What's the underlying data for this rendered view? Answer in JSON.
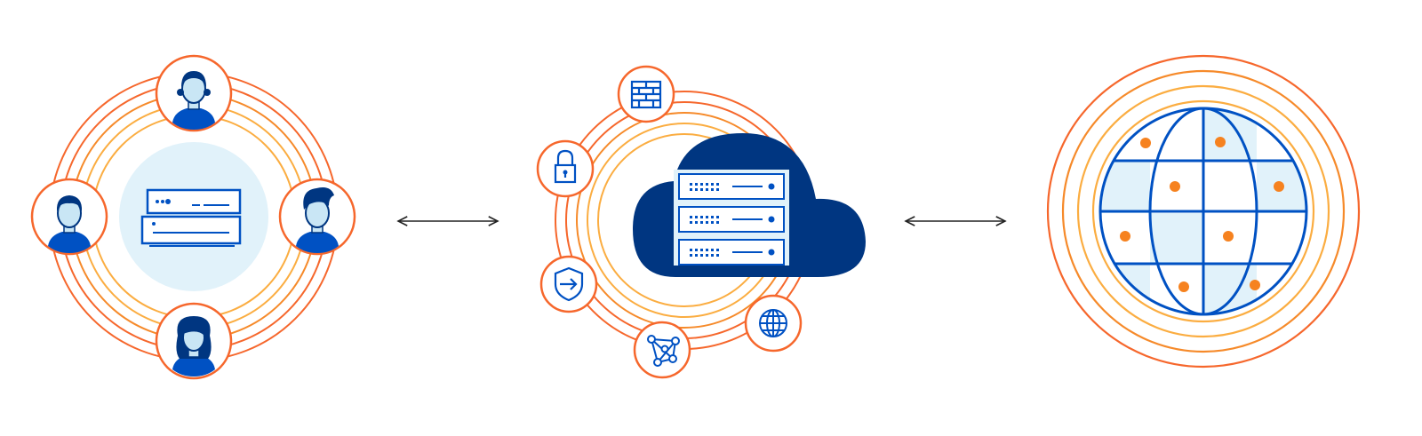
{
  "colors": {
    "orange_outer": "#F6672C",
    "orange_mid": "#F68A2A",
    "amber_inner": "#FBAD41",
    "navy": "#003681",
    "blue": "#0051C3",
    "face": "#C9E6F5",
    "light_fill": "#E1F2FA",
    "dot": "#F6821F",
    "arrow": "#222222"
  },
  "groups": [
    {
      "id": "network",
      "icons": [
        "server-icon",
        "person-icon",
        "person-icon",
        "person-icon",
        "person-icon"
      ]
    },
    {
      "id": "cloud",
      "icons": [
        "cloud-icon",
        "server-rack-icon",
        "firewall-icon",
        "lock-icon",
        "shield-icon",
        "network-icon",
        "globe-icon"
      ]
    },
    {
      "id": "internet",
      "icons": [
        "globe-icon"
      ]
    }
  ],
  "connectors": [
    "double-arrow",
    "double-arrow"
  ]
}
